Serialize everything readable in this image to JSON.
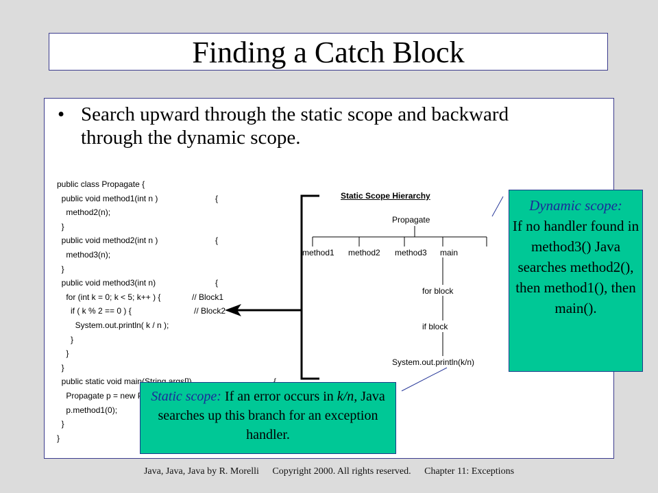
{
  "slide": {
    "title": "Finding a Catch Block",
    "bullet_symbol": "•",
    "bullet_text": "Search upward through the static scope and backward through the dynamic scope."
  },
  "code": {
    "lines": [
      {
        "text": "public class Propagate {",
        "text2": ""
      },
      {
        "text": "  public void method1(int n )",
        "text2": "{"
      },
      {
        "text": "    method2(n);",
        "text2": ""
      },
      {
        "text": "  }",
        "text2": ""
      },
      {
        "text": "  public void method2(int n )",
        "text2": "{"
      },
      {
        "text": "    method3(n);",
        "text2": ""
      },
      {
        "text": "  }",
        "text2": ""
      },
      {
        "text": "  public void method3(int n)",
        "text2": "{"
      },
      {
        "text": "    for (int k = 0; k < 5; k++ ) {",
        "text2": "// Block1"
      },
      {
        "text": "      if ( k % 2 == 0 ) {",
        "text2": "// Block2"
      },
      {
        "text": "        System.out.println( k / n );",
        "text2": ""
      },
      {
        "text": "      }",
        "text2": ""
      },
      {
        "text": "    }",
        "text2": ""
      },
      {
        "text": "  }",
        "text2": ""
      },
      {
        "text": "  public static void main(String args[])",
        "text2": "{"
      },
      {
        "text": "    Propagate p = new Propagate();",
        "text2": ""
      },
      {
        "text": "    p.method1(0);",
        "text2": ""
      },
      {
        "text": "  }",
        "text2": ""
      },
      {
        "text": "}",
        "text2": ""
      }
    ]
  },
  "hierarchy": {
    "title": "Static Scope Hierarchy",
    "root": "Propagate",
    "children": [
      "method1",
      "method2",
      "method3",
      "main"
    ],
    "chain": [
      "for block",
      "if block",
      "System.out.println(k/n)"
    ]
  },
  "callouts": {
    "dynamic": {
      "heading": "Dynamic scope:",
      "body": "If no handler found in method3() Java searches method2(), then method1(), then main()."
    },
    "static": {
      "heading": "Static scope:",
      "part1": " If an error occurs in ",
      "kn": "k/n,",
      "part2": " Java searches up this branch for an exception handler."
    }
  },
  "footer": {
    "book": "Java, Java, Java by R. Morelli",
    "copyright": "Copyright 2000.  All rights reserved.",
    "chapter": "Chapter 11: Exceptions"
  }
}
